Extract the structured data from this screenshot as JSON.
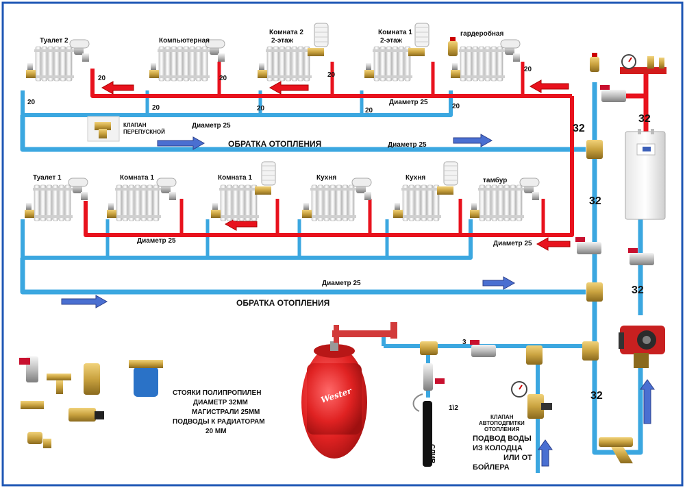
{
  "colors": {
    "supply_pipe": "#e8121d",
    "return_pipe": "#3ba7e0",
    "arrow_blue": "#4a6fd1",
    "border": "#1d56b4",
    "tank": "#e02222",
    "brass": "#c9a23f"
  },
  "radiators": {
    "top": [
      {
        "label": "Туалет 2"
      },
      {
        "label": "Компьютерная"
      },
      {
        "label": "Комната 2",
        "label2": "2-этаж"
      },
      {
        "label": "Комната 1",
        "label2": "2-этаж"
      },
      {
        "label": "гардеробная"
      }
    ],
    "bottom": [
      {
        "label": "Туалет 1"
      },
      {
        "label": "Комната 1"
      },
      {
        "label": "Комната 1"
      },
      {
        "label": "Кухня"
      },
      {
        "label": "Кухня"
      },
      {
        "label": "тамбур"
      }
    ]
  },
  "labels": {
    "size_20": "20",
    "diam_25": "Диаметр 25",
    "size_32": "32",
    "return_heating": "ОБРАТКА ОТОПЛЕНИЯ",
    "bypass_valve_1": "КЛАПАН",
    "bypass_valve_2": "ПЕРЕПУСКНОЙ",
    "size_3": "3",
    "size_half": "1\\2",
    "drain": "СЛИВ",
    "refill_valve_1": "КЛАПАН",
    "refill_valve_2": "АВТОПОДПИТКИ",
    "refill_valve_3": "ОТОПЛЕНИЯ",
    "water_supply": [
      "ПОДВОД ВОДЫ",
      "ИЗ КОЛОДЦА",
      "ИЛИ ОТ",
      "БОЙЛЕРА"
    ],
    "tank_brand": "Wester",
    "spec_note": [
      "СТОЯКИ ПОЛИПРОПИЛЕН",
      "ДИАМЕТР 32ММ",
      "МАГИСТРАЛИ 25ММ",
      "ПОДВОДЫ К РАДИАТОРАМ",
      "20 ММ"
    ]
  },
  "icons": [
    "radiator-icon",
    "thermostatic-head-icon",
    "ball-valve-icon",
    "air-vent-icon",
    "check-valve-icon",
    "tee-fitting-icon",
    "filter-icon",
    "pressure-gauge-icon",
    "expansion-tank-icon",
    "circulation-pump-icon",
    "electric-boiler-icon",
    "strainer-icon",
    "flow-arrow-icon"
  ]
}
